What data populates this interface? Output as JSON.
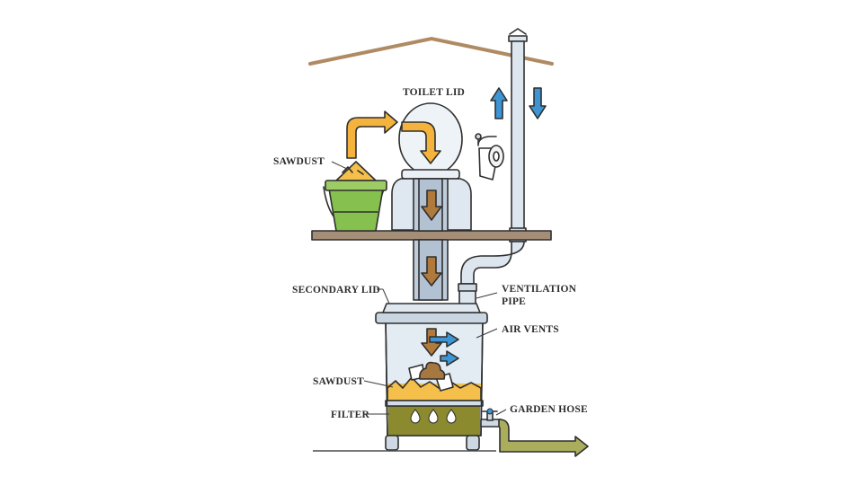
{
  "labels": {
    "toilet_lid": "TOILET LID",
    "sawdust_top": "SAWDUST",
    "secondary_lid": "SECONDARY LID",
    "ventilation_pipe_line1": "VENTILATION",
    "ventilation_pipe_line2": "PIPE",
    "air_vents": "AIR VENTS",
    "sawdust_bottom": "SAWDUST",
    "filter": "FILTER",
    "garden_hose": "GARDEN HOSE"
  },
  "colors": {
    "roof": "#b08a63",
    "floor": "#a58e78",
    "pipe": "#dde6ee",
    "tank": "#dfe8f1",
    "sawdust": "#f4bf4b",
    "filter_liquid": "#8c8a2e",
    "bucket": "#86c04f",
    "arrow_yellow": "#f4b33d",
    "arrow_brown": "#b07a3c",
    "arrow_blue": "#3e95d4",
    "hose": "#a9ad5c"
  },
  "icons": [
    "up-arrow-icon",
    "down-arrow-icon",
    "toilet-paper-icon",
    "tap-icon",
    "sawdust-bucket-icon"
  ]
}
